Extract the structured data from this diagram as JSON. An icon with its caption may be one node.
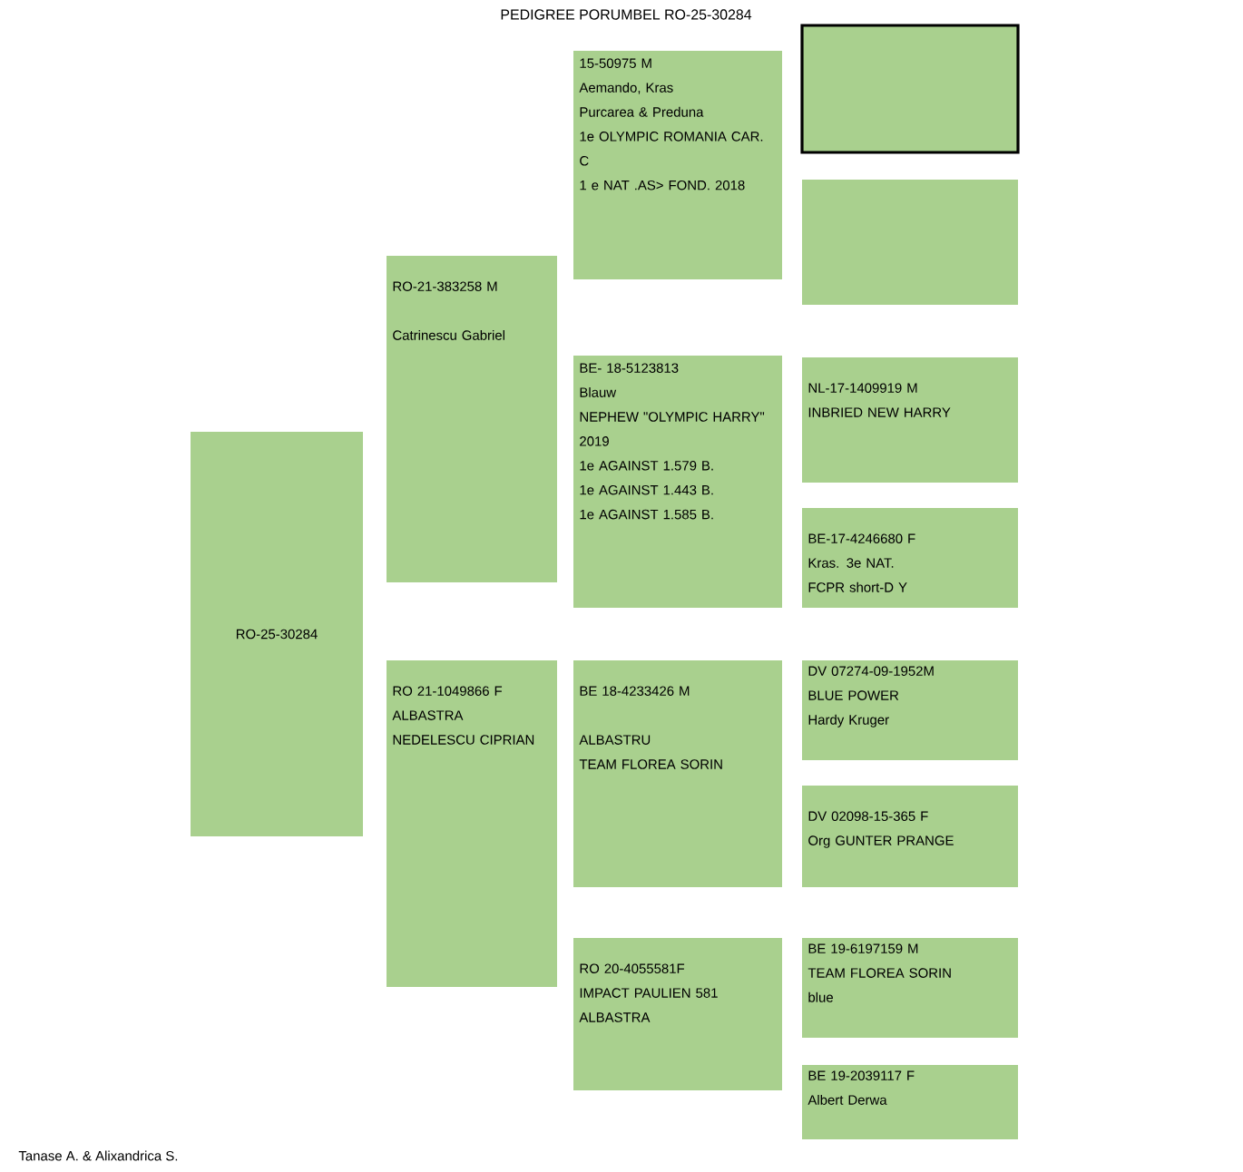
{
  "diagram": {
    "title": "PEDIGREE PORUMBEL RO-25-30284",
    "nodes": [
      {
        "text": [
          "RO-25-30284"
        ]
      },
      {
        "text": [
          "RO-21-383258 M",
          "Catrinescu Gabriel"
        ]
      },
      {
        "text": [
          "RO 21-1049866 F",
          "ALBASTRA",
          "NEDELESCU CIPRIAN"
        ]
      },
      {
        "text": [
          "15-50975 M",
          "Aemando, Kras",
          "Purcarea & Preduna",
          "1e OLYMPIC ROMANIA CAR. C",
          "1 e NAT .AS> FOND. 2018"
        ]
      },
      {
        "text": [
          "BE- 18-5123813",
          "Blauw",
          "NEPHEW \"OLYMPIC HARRY\" 2019",
          "1e AGAINST 1.579 B.",
          "1e AGAINST 1.443 B.",
          "1e AGAINST 1.585 B."
        ]
      },
      {
        "text": [
          "BE 18-4233426 M",
          "ALBASTRU",
          "TEAM FLOREA SORIN"
        ]
      },
      {
        "text": [
          "RO 20-4055581F",
          "IMPACT PAULIEN 581",
          "ALBASTRA"
        ]
      },
      {
        "text": [],
        "shape": "box"
      },
      {
        "text": [],
        "shape": "box"
      },
      {
        "text": [
          "NL-17-1409919 M",
          "INBRIED NEW HARRY"
        ]
      },
      {
        "text": [
          "BE-17-4246680 F",
          "Kras. 3e NAT.",
          "FCPR short-D Y"
        ]
      },
      {
        "text": [
          "DV 07274-09-1952M",
          "BLUE POWER",
          "Hardy Kruger"
        ]
      },
      {
        "text": [
          "DV 02098-15-365 F",
          "Org GUNTER PRANGE"
        ]
      },
      {
        "text": [
          "BE 19-6197159 M",
          "TEAM FLOREA SORIN",
          "blue"
        ]
      },
      {
        "text": [
          "BE 19-2039117 F",
          "Albert Derwa"
        ]
      }
    ],
    "labels": [
      "Tanase A. & Alixandrica S."
    ]
  }
}
